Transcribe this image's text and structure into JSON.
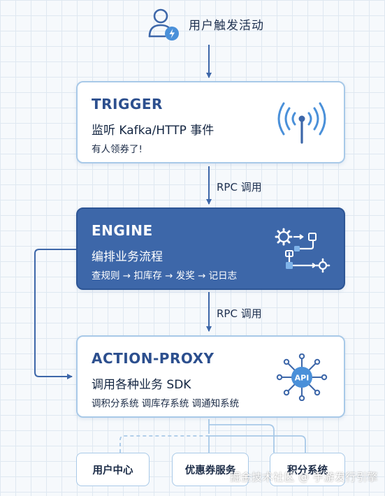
{
  "user": {
    "label": "用户触发活动"
  },
  "trigger": {
    "title": "TRIGGER",
    "subtitle": "监听 Kafka/HTTP 事件",
    "note": "有人领券了!"
  },
  "edge1": {
    "label": "RPC 调用"
  },
  "engine": {
    "title": "ENGINE",
    "subtitle": "编排业务流程",
    "note": "查规则 → 扣库存 → 发奖 → 记日志"
  },
  "edge2": {
    "label": "RPC 调用"
  },
  "action_proxy": {
    "title": "ACTION-PROXY",
    "subtitle": "调用各种业务 SDK",
    "note": "调积分系统  调库存系统  调通知系统",
    "api_badge": "API"
  },
  "services": [
    {
      "label": "用户中心"
    },
    {
      "label": "优惠券服务"
    },
    {
      "label": "积分系统"
    }
  ],
  "watermark": {
    "text": "掘金技术社区 @ 手游发行引擎"
  },
  "colors": {
    "accent": "#3d67a9",
    "card_border": "#a8c9e8",
    "arrow": "#3d67a9",
    "icon_blue": "#4a90d9"
  },
  "icons": [
    "user-lightning-icon",
    "broadcast-antenna-icon",
    "workflow-gears-icon",
    "api-hub-icon"
  ]
}
